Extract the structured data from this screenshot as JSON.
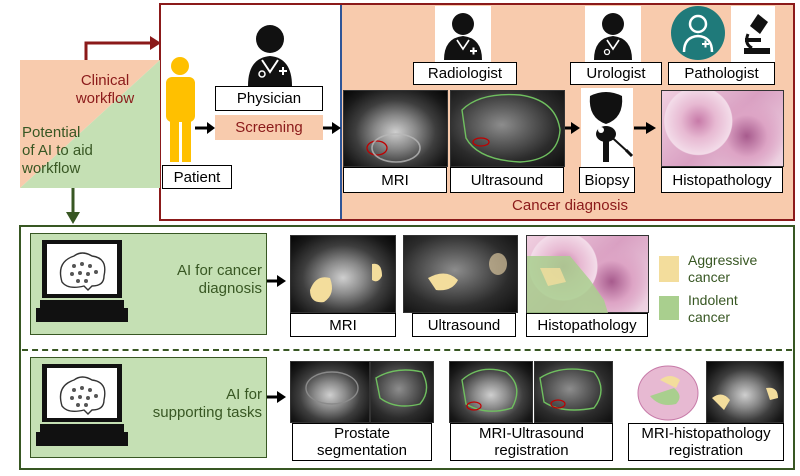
{
  "left_panel": {
    "clinical_workflow": "Clinical\nworkflow",
    "potential_ai": "Potential\nof AI to aid\nworkflow"
  },
  "clinical": {
    "patient": "Patient",
    "physician": "Physician",
    "screening": "Screening",
    "radiologist": "Radiologist",
    "urologist": "Urologist",
    "pathologist": "Pathologist",
    "mri": "MRI",
    "ultrasound": "Ultrasound",
    "biopsy": "Biopsy",
    "histopathology": "Histopathology",
    "cancer_diagnosis": "Cancer diagnosis"
  },
  "ai_diagnosis": {
    "heading": "AI for cancer\ndiagnosis",
    "mri": "MRI",
    "ultrasound": "Ultrasound",
    "histopathology": "Histopathology",
    "legend": [
      {
        "label": "Aggressive\ncancer",
        "color": "#f3dd9c"
      },
      {
        "label": "Indolent\ncancer",
        "color": "#a9cf8e"
      }
    ]
  },
  "ai_support": {
    "heading": "AI for\nsupporting tasks",
    "seg": "Prostate\nsegmentation",
    "mri_us": "MRI-Ultrasound\nregistration",
    "mri_histo": "MRI-histopathology\nregistration"
  },
  "colors": {
    "dark_red": "#8b1a1a",
    "dark_green": "#385723",
    "salmon": "#f8cbad",
    "light_green": "#c5e0b4",
    "accent_blue": "#2f5597",
    "person_yellow": "#ffc000",
    "teal": "#1f7a7a"
  }
}
